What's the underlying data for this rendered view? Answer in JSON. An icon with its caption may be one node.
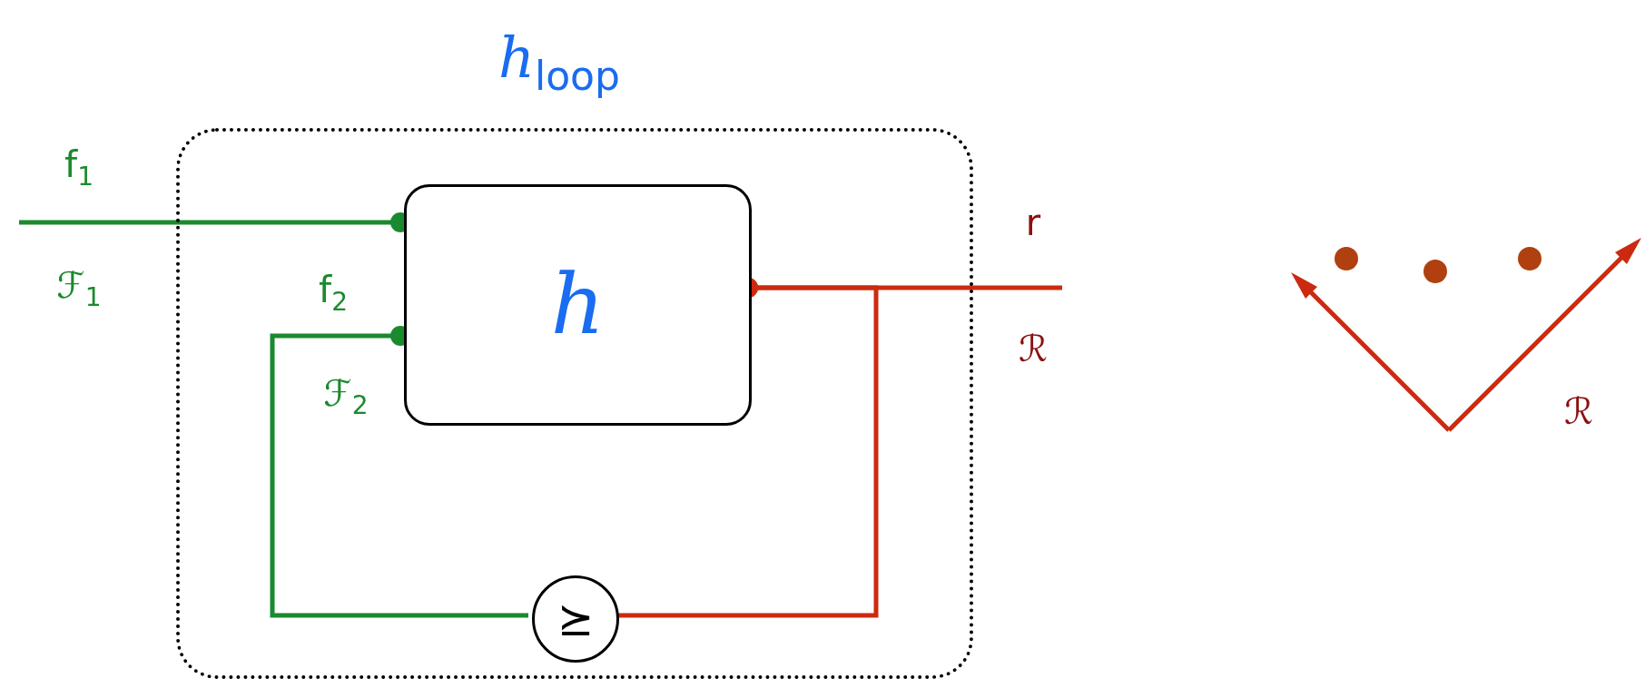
{
  "diagram": {
    "nodes": [
      {
        "text": [
          "*h*$_{loop}$"
        ]
      },
      {
        "text": [
          "h"
        ],
        "in": 0
      },
      {
        "text": [
          "⪰"
        ],
        "in": 0
      }
    ],
    "edges": [
      {
        "from": null,
        "to": 1,
        "arrow": "other"
      },
      {
        "from": 2,
        "to": 1,
        "arrow": "other"
      },
      {
        "from": null,
        "to": 1,
        "arrow": "other",
        "color": "#cc2a10"
      },
      {
        "from": 2,
        "to": 1,
        "arrow": "other",
        "color": "#cc2a10"
      }
    ],
    "labels": [
      "f$_{1}$",
      "ℱ$_{1}$",
      "f$_{2}$",
      "ℱ$_{2}$",
      "r",
      "ℛ",
      "ℛ"
    ]
  }
}
